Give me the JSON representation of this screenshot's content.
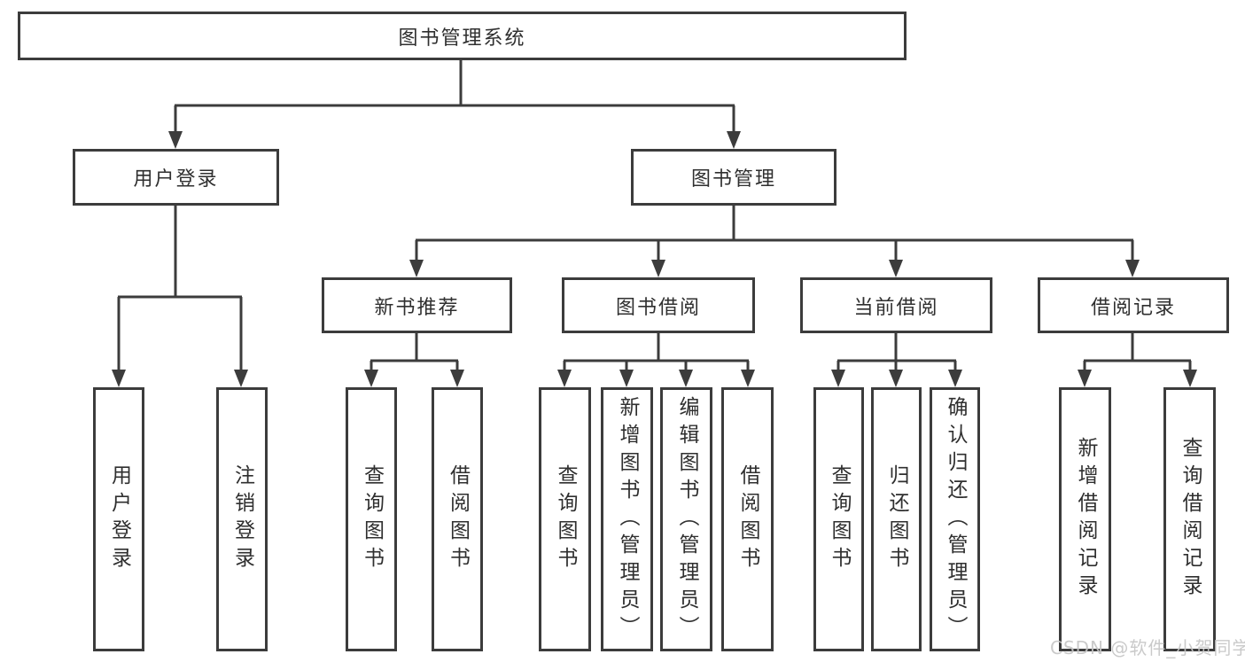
{
  "diagram": {
    "tree": {
      "label": "图书管理系统",
      "children": [
        {
          "label": "用户登录",
          "children": [
            {
              "label": "用户登录"
            },
            {
              "label": "注销登录"
            }
          ]
        },
        {
          "label": "图书管理",
          "children": [
            {
              "label": "新书推荐",
              "children": [
                {
                  "label": "查询图书"
                },
                {
                  "label": "借阅图书"
                }
              ]
            },
            {
              "label": "图书借阅",
              "children": [
                {
                  "label": "查询图书"
                },
                {
                  "label": "新增图书（管理员）"
                },
                {
                  "label": "编辑图书（管理员）"
                },
                {
                  "label": "借阅图书"
                }
              ]
            },
            {
              "label": "当前借阅",
              "children": [
                {
                  "label": "查询图书"
                },
                {
                  "label": "归还图书"
                },
                {
                  "label": "确认归还（管理员）"
                }
              ]
            },
            {
              "label": "借阅记录",
              "children": [
                {
                  "label": "新增借阅记录"
                },
                {
                  "label": "查询借阅记录"
                }
              ]
            }
          ]
        }
      ]
    },
    "watermark": "CSDN @软件_小贺同学",
    "colors": {
      "line": "#3c3c3c",
      "text": "#2f2f2f",
      "background": "#ffffff",
      "watermark": "#c8c8c8"
    }
  }
}
